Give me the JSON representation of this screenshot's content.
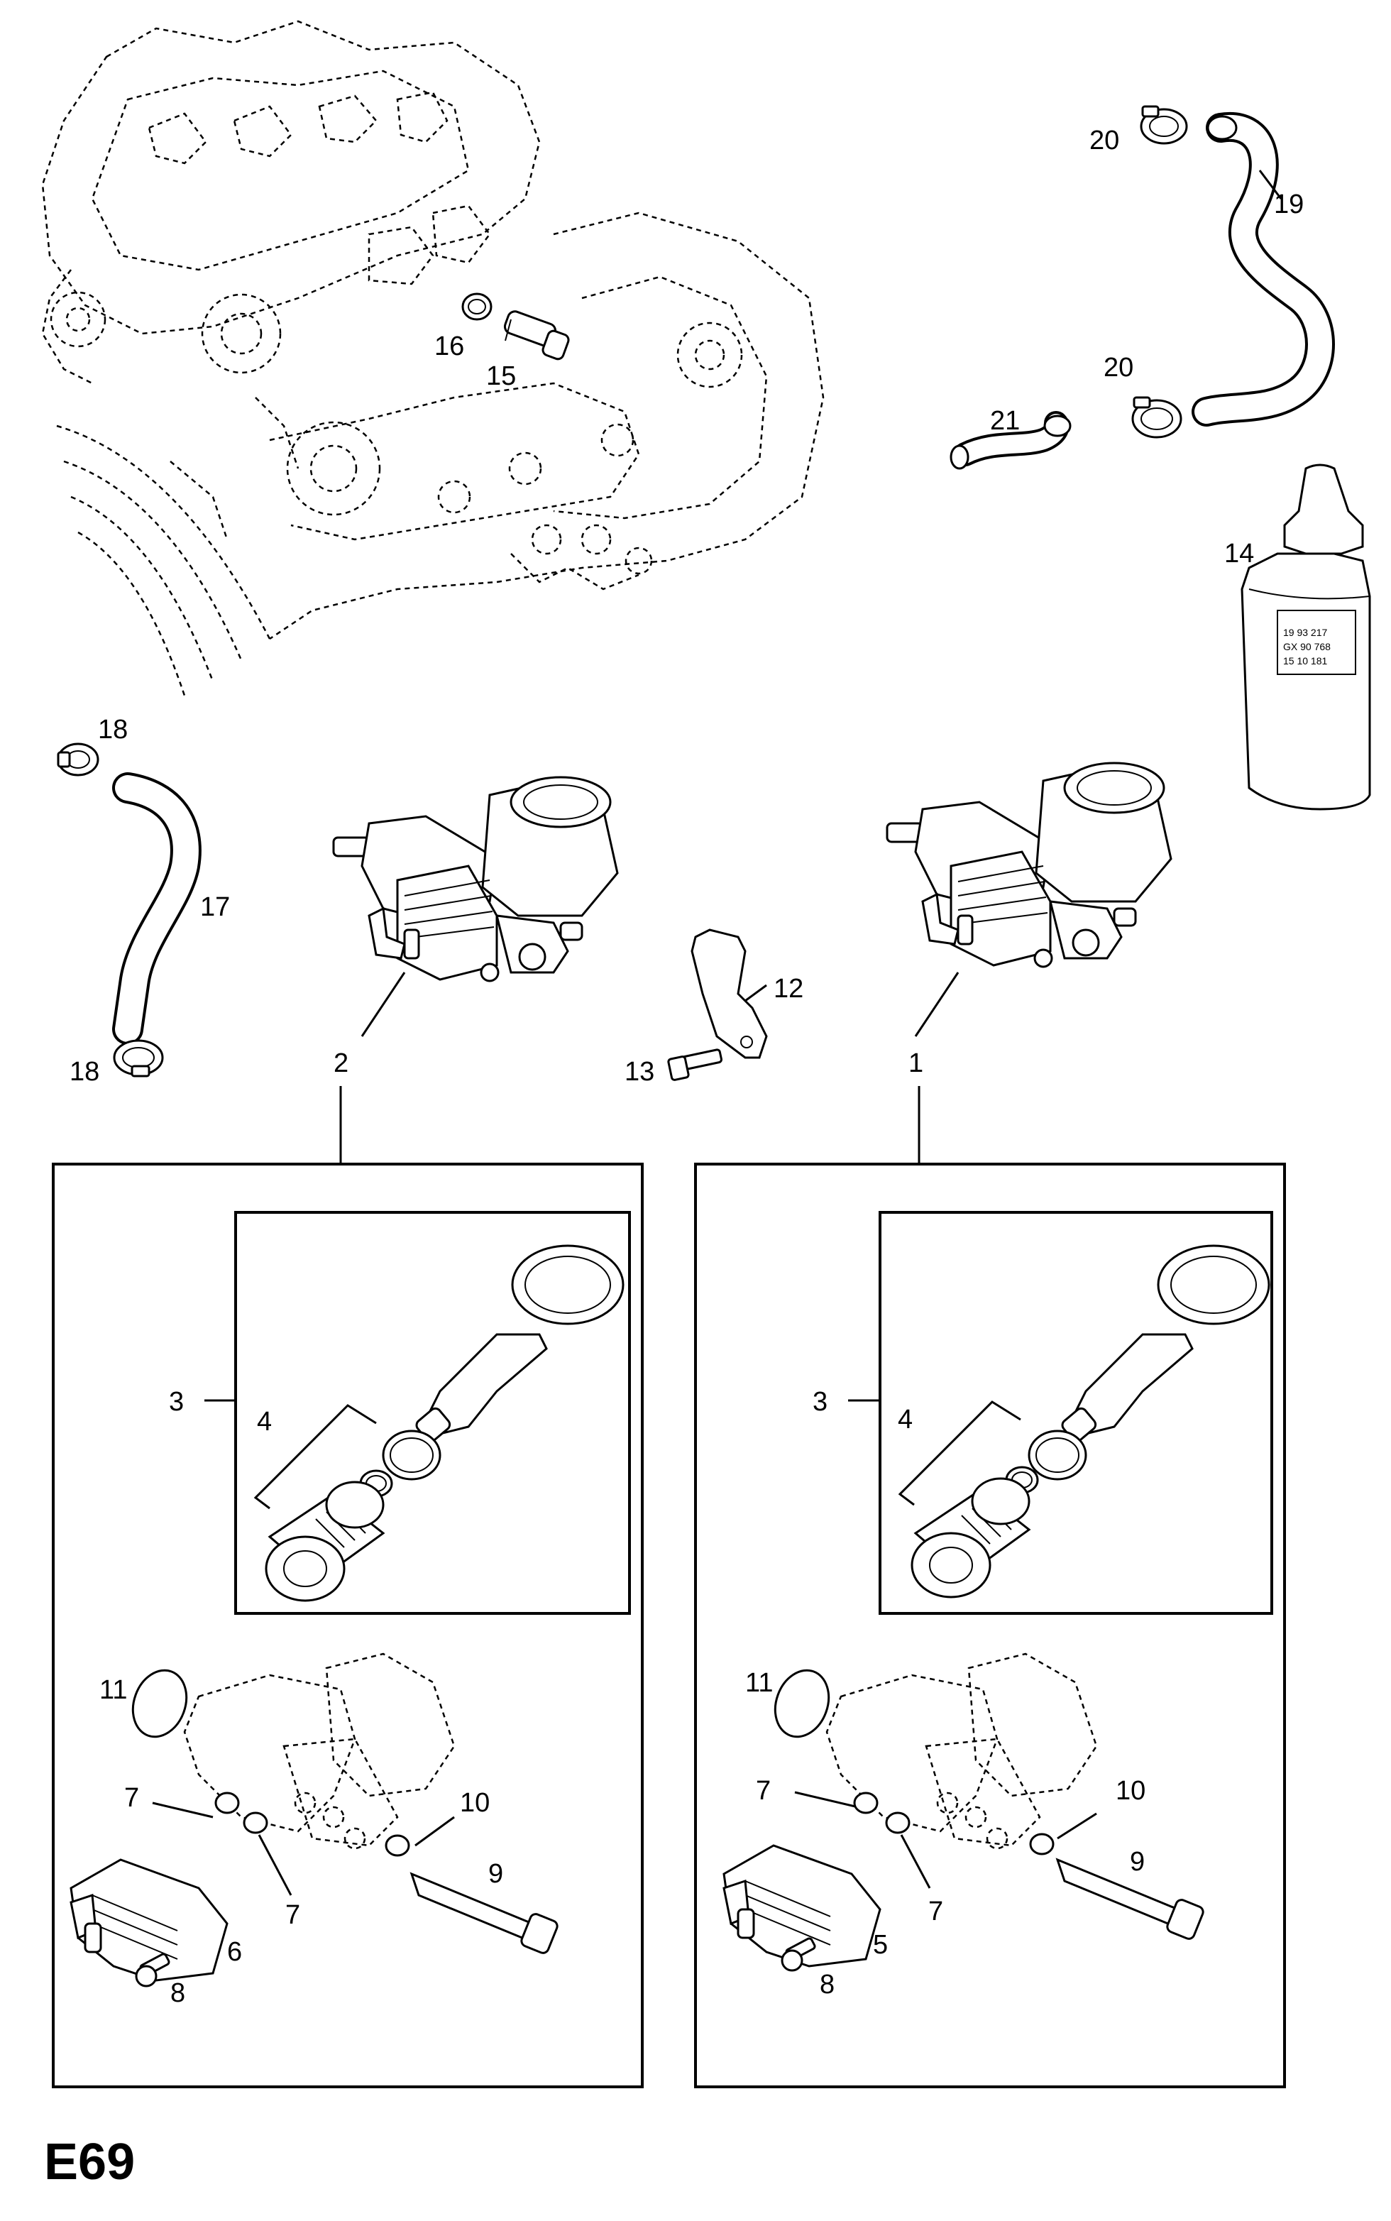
{
  "diagram_code": "E69",
  "labels": {
    "p1": "1",
    "p2": "2",
    "p3_left": "3",
    "p3_right": "3",
    "p4_left": "4",
    "p4_right": "4",
    "p5": "5",
    "p6": "6",
    "p7_left_a": "7",
    "p7_left_b": "7",
    "p7_right_a": "7",
    "p7_right_b": "7",
    "p8_left": "8",
    "p8_right": "8",
    "p9_left": "9",
    "p9_right": "9",
    "p10_left": "10",
    "p10_right": "10",
    "p11_left": "11",
    "p11_right": "11",
    "p12": "12",
    "p13": "13",
    "p14": "14",
    "p15": "15",
    "p16": "16",
    "p17": "17",
    "p18_top": "18",
    "p18_bottom": "18",
    "p19": "19",
    "p20_top": "20",
    "p20_bottom": "20",
    "p21": "21"
  },
  "bottle_text": [
    "19 93 217",
    "GX 90 768",
    "15 10 181"
  ]
}
